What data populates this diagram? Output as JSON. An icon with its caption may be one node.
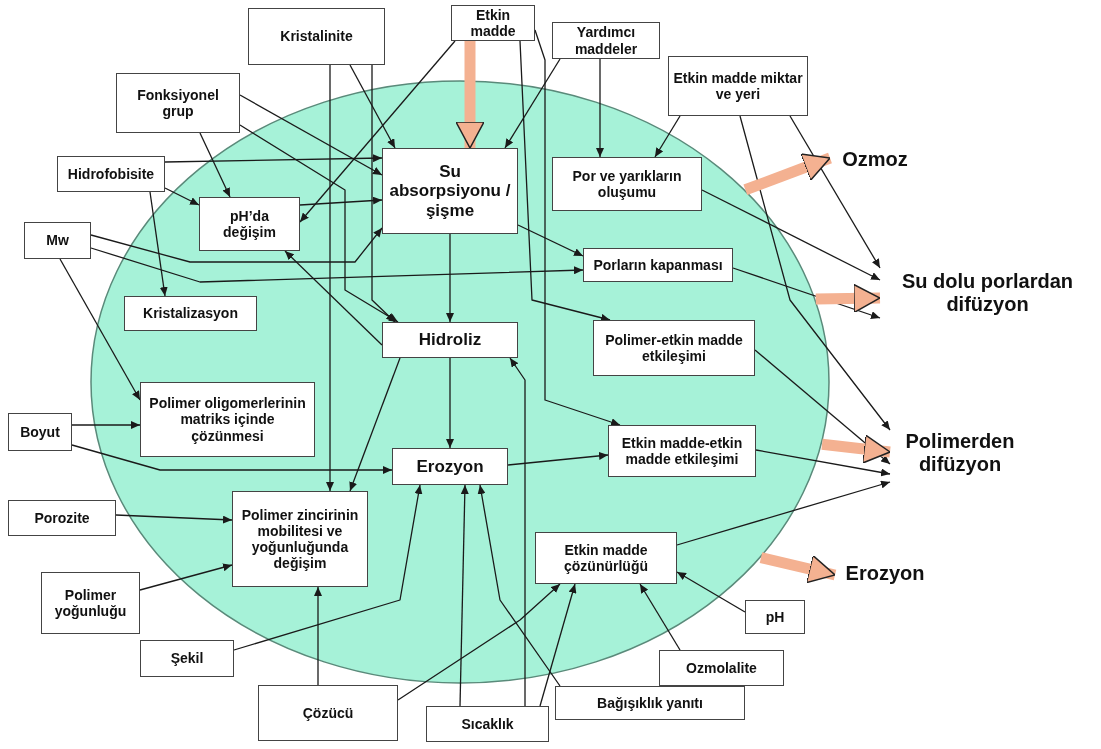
{
  "diagram": {
    "nodes": [
      {
        "text": [
          "Kristalinite"
        ]
      },
      {
        "text": [
          "Etkin madde"
        ]
      },
      {
        "text": [
          "Yardımcı maddeler"
        ]
      },
      {
        "text": [
          "Etkin madde miktar ve yeri"
        ]
      },
      {
        "text": [
          "Fonksiyonel grup"
        ]
      },
      {
        "text": [
          "Hidrofobisite"
        ]
      },
      {
        "text": [
          "Mw"
        ]
      },
      {
        "text": [],
        "shape": "ellipse"
      },
      {
        "text": [
          "Su absorpsiyonu /şişme"
        ],
        "in": 7
      },
      {
        "text": [
          "Por ve yarıkların oluşumu"
        ],
        "in": 7
      },
      {
        "text": [
          "pH’da değişim"
        ],
        "in": 7
      },
      {
        "text": [
          "Porların kapanması"
        ],
        "in": 7
      },
      {
        "text": [
          "Kristalizasyon"
        ],
        "in": 7
      },
      {
        "text": [
          "Hidroliz"
        ],
        "in": 7
      },
      {
        "text": [
          "Polimer-etkin madde etkileşimi"
        ],
        "in": 7
      },
      {
        "text": [
          "Polimer oligomerlerinin matriks içinde çözünmesi"
        ],
        "in": 7
      },
      {
        "text": [
          "Erozyon"
        ],
        "in": 7
      },
      {
        "text": [
          "Etkin madde-etkin madde etkileşimi"
        ],
        "in": 7
      },
      {
        "text": [
          "Polimer zincirinin mobilitesi ve yoğunluğunda değişim"
        ],
        "in": 7
      },
      {
        "text": [
          "Etkin madde çözünürlüğü"
        ],
        "in": 7
      },
      {
        "text": [
          "Ozmoz"
        ]
      },
      {
        "text": [
          "Su dolu porlardan difüzyon"
        ]
      },
      {
        "text": [
          "Polimerden difüzyon"
        ]
      },
      {
        "text": [
          "Erozyon"
        ]
      },
      {
        "text": [
          "Boyut"
        ]
      },
      {
        "text": [
          "Porozite"
        ]
      },
      {
        "text": [
          "Polimer yoğunluğu"
        ]
      },
      {
        "text": [
          "pH"
        ]
      },
      {
        "text": [
          "Ozmolalite"
        ]
      },
      {
        "text": [
          "Şekil"
        ]
      },
      {
        "text": [
          "Çözücü"
        ]
      },
      {
        "text": [
          "Bağışıklık yanıtı"
        ]
      },
      {
        "text": [
          "Sıcaklık"
        ]
      }
    ],
    "edges": [
      {
        "from": 1,
        "to": 8,
        "arrow": "to",
        "style": "thick",
        "color": "#f4b191"
      },
      {
        "from": 0,
        "to": 8,
        "arrow": "to"
      },
      {
        "from": 0,
        "to": 18,
        "arrow": "to"
      },
      {
        "from": 0,
        "to": 13,
        "arrow": "to"
      },
      {
        "from": 1,
        "to": 10,
        "arrow": "to"
      },
      {
        "from": 1,
        "to": 14,
        "arrow": "to"
      },
      {
        "from": 1,
        "to": 17,
        "arrow": "to"
      },
      {
        "from": 2,
        "to": 9,
        "arrow": "to"
      },
      {
        "from": 2,
        "to": 8,
        "arrow": "to"
      },
      {
        "from": 3,
        "to": 9,
        "arrow": "to"
      },
      {
        "from": 3,
        "to": 21,
        "arrow": "to"
      },
      {
        "from": 3,
        "to": 22,
        "arrow": "to"
      },
      {
        "from": 4,
        "to": 10,
        "arrow": "to"
      },
      {
        "from": 4,
        "to": 8,
        "arrow": "to"
      },
      {
        "from": 4,
        "to": 13,
        "arrow": "to"
      },
      {
        "from": 5,
        "to": 8,
        "arrow": "to"
      },
      {
        "from": 5,
        "to": 12,
        "arrow": "to"
      },
      {
        "from": 5,
        "to": 10,
        "arrow": "to"
      },
      {
        "from": 6,
        "to": 8,
        "arrow": "to"
      },
      {
        "from": 6,
        "to": 11,
        "arrow": "to"
      },
      {
        "from": 6,
        "to": 15,
        "arrow": "to"
      },
      {
        "from": 8,
        "to": 13,
        "arrow": "to"
      },
      {
        "from": 8,
        "to": 11,
        "arrow": "to"
      },
      {
        "from": 10,
        "to": 8,
        "arrow": "to"
      },
      {
        "from": 13,
        "to": 16,
        "arrow": "to"
      },
      {
        "from": 13,
        "to": 10,
        "arrow": "to"
      },
      {
        "from": 13,
        "to": 18,
        "arrow": "to"
      },
      {
        "from": 16,
        "to": 17,
        "arrow": "to"
      },
      {
        "from": 24,
        "to": 15,
        "arrow": "to"
      },
      {
        "from": 24,
        "to": 16,
        "arrow": "to"
      },
      {
        "from": 25,
        "to": 18,
        "arrow": "to"
      },
      {
        "from": 26,
        "to": 18,
        "arrow": "to"
      },
      {
        "from": 29,
        "to": 16,
        "arrow": "to"
      },
      {
        "from": 30,
        "to": 18,
        "arrow": "to"
      },
      {
        "from": 30,
        "to": 19,
        "arrow": "to"
      },
      {
        "from": 32,
        "to": 16,
        "arrow": "to"
      },
      {
        "from": 32,
        "to": 13,
        "arrow": "to"
      },
      {
        "from": 32,
        "to": 19,
        "arrow": "to"
      },
      {
        "from": 27,
        "to": 19,
        "arrow": "to"
      },
      {
        "from": 28,
        "to": 19,
        "arrow": "to"
      },
      {
        "from": 31,
        "to": 16,
        "arrow": "to"
      },
      {
        "from": 9,
        "to": 21,
        "arrow": "to"
      },
      {
        "from": 11,
        "to": 21,
        "arrow": "to"
      },
      {
        "from": 14,
        "to": 22,
        "arrow": "to"
      },
      {
        "from": 17,
        "to": 22,
        "arrow": "to"
      },
      {
        "from": 19,
        "to": 22,
        "arrow": "to"
      },
      {
        "from": 7,
        "to": 20,
        "arrow": "to",
        "style": "thick",
        "color": "#f4b191"
      },
      {
        "from": 7,
        "to": 21,
        "arrow": "to",
        "style": "thick",
        "color": "#f4b191"
      },
      {
        "from": 7,
        "to": 22,
        "arrow": "to",
        "style": "thick",
        "color": "#f4b191"
      },
      {
        "from": 7,
        "to": 23,
        "arrow": "to",
        "style": "thick",
        "color": "#f4b191"
      }
    ]
  }
}
